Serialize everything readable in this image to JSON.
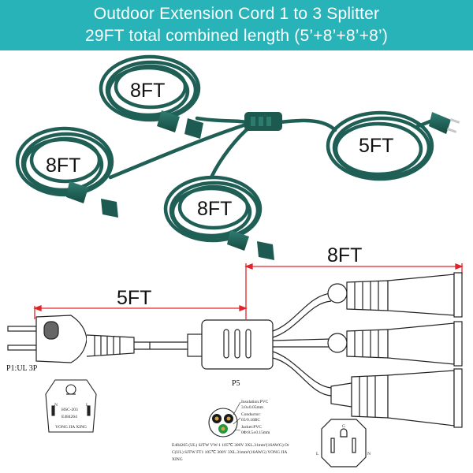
{
  "banner": {
    "line1": "Outdoor Extension Cord 1 to 3 Splitter",
    "line2": "29FT total combined length (5’+8’+8’+8’)",
    "color": "#27b3b8"
  },
  "photo": {
    "cord_color": "#1f5f55",
    "labels": {
      "top": "8FT",
      "left": "8FT",
      "middle": "8FT",
      "main": "5FT"
    }
  },
  "drawing": {
    "dim_main": "5FT",
    "dim_branch": "8FT",
    "dim_color": "#e0242a",
    "plug_label": "P1:UL 3P",
    "hub_label": "P5",
    "plug_stamp": {
      "n": "N",
      "l": "L",
      "code1": "HSC-203",
      "code2": "E484264",
      "maker": "YONG JIA XING"
    },
    "cross_section": {
      "insulation": "Insulation:PVC",
      "insulation_val": "3.0±0.05mm",
      "conductor": "Conductor:",
      "conductor_val": "65/0.16BC",
      "jacket": "Jacket:PVC",
      "jacket_val": "0Φ:8.5±0.15mm"
    },
    "spec_line1": "E484265 (UL) SJTW VW-1 105℃ 300V 3XL.31mm²(16AWG) Or",
    "spec_line2": "C(UL) SJTW FT1 105℃ 300V 3XL.31mm²(16AWG) YONG JIA",
    "spec_line3": "XING",
    "outlet": {
      "g": "G",
      "l": "L",
      "n": "N"
    }
  }
}
